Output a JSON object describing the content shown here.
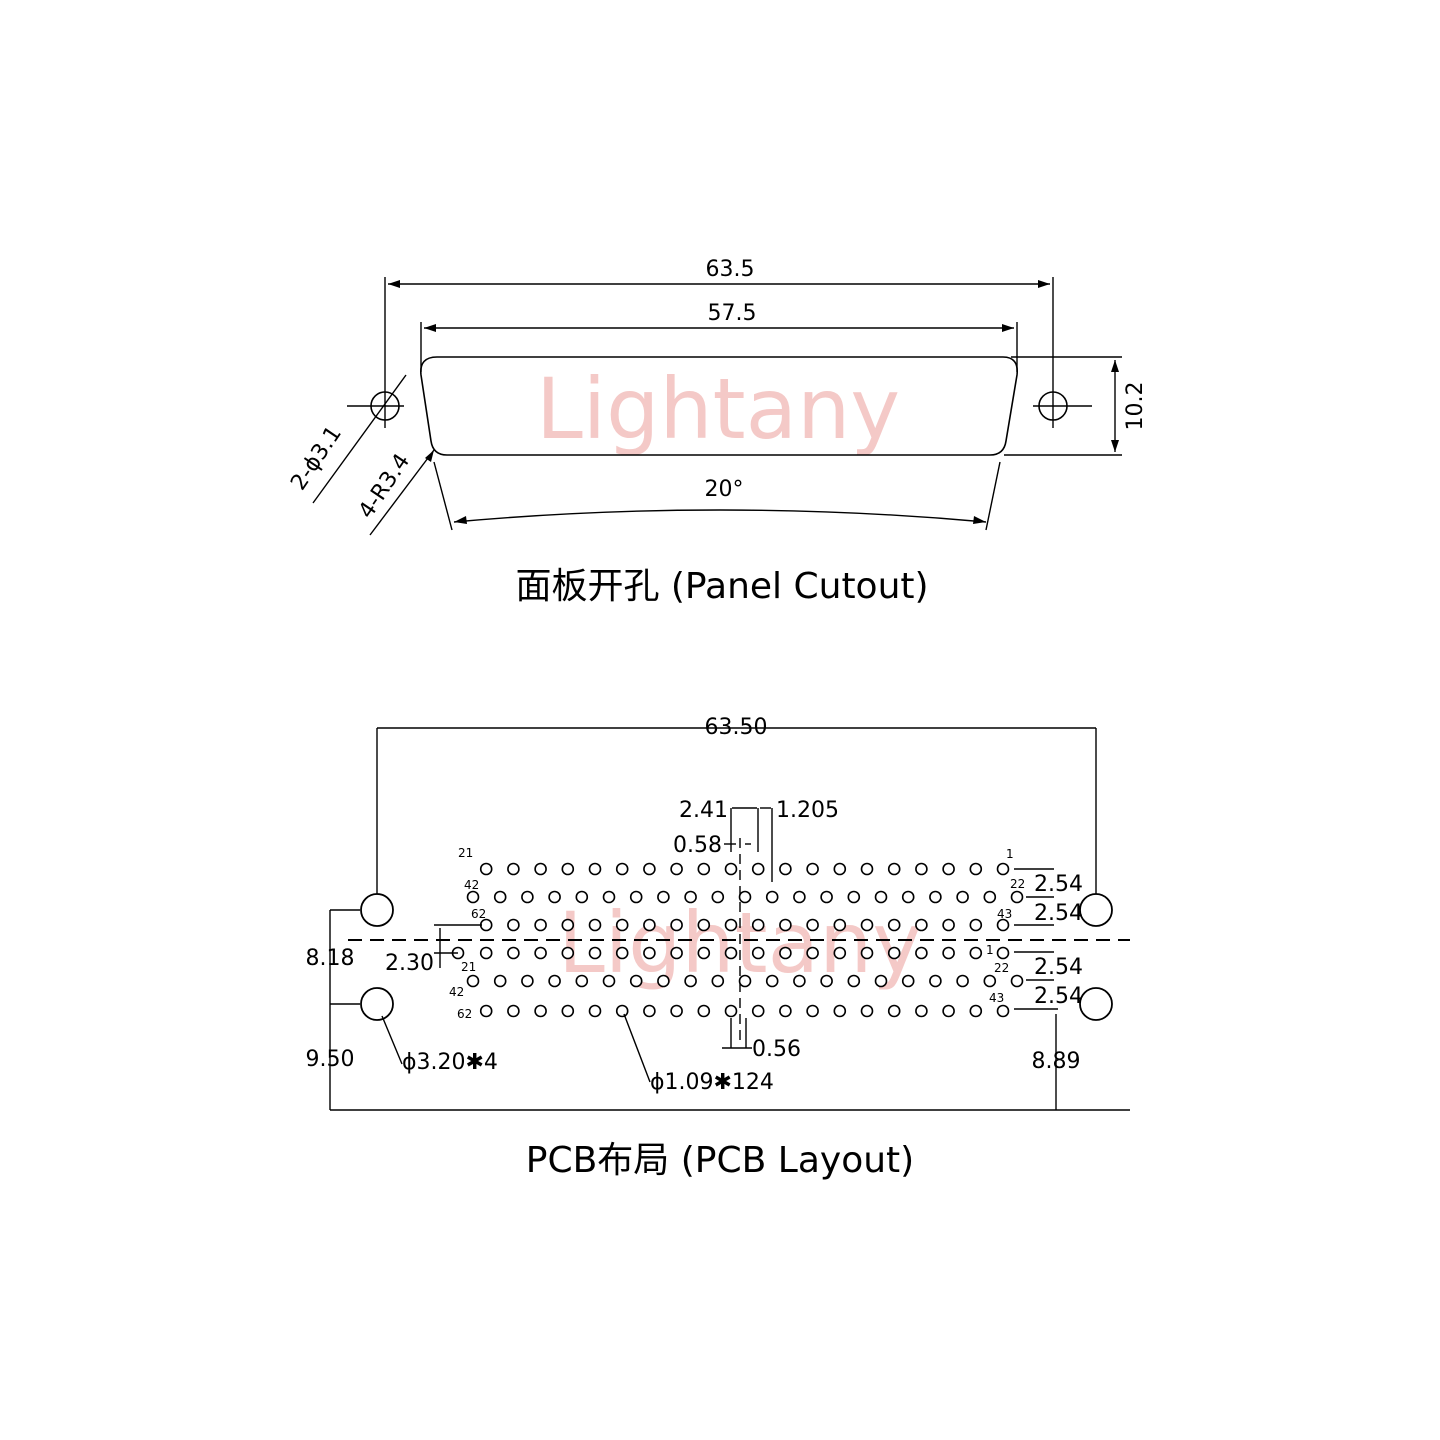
{
  "watermark": "Lightany",
  "panel": {
    "title": "面板开孔 (Panel Cutout)",
    "dim_overall": "63.5",
    "dim_shell": "57.5",
    "dim_height": "10.2",
    "dim_angle": "20°",
    "dim_hole": "2-ϕ3.1",
    "dim_radius": "4-R3.4"
  },
  "pcb": {
    "title": "PCB布局 (PCB Layout)",
    "dim_overall": "63.50",
    "dim_241": "2.41",
    "dim_1205": "1.205",
    "dim_058": "0.58",
    "dim_056": "0.56",
    "dim_pitch": "2.54",
    "dim_230": "2.30",
    "dim_818": "8.18",
    "dim_950": "9.50",
    "dim_889": "8.89",
    "dim_mount_hole": "ϕ3.20✱4",
    "dim_pin_hole": "ϕ1.09✱124",
    "pin_labels": {
      "upper_r1_left": "21",
      "upper_r2_left": "42",
      "upper_r3_left": "62",
      "upper_r1_right": "1",
      "upper_r2_right": "22",
      "upper_r3_right": "43",
      "lower_r1_left": "21",
      "lower_r2_left": "42",
      "lower_r3_left": "62",
      "lower_r1_right": "1",
      "lower_r2_right": "22",
      "lower_r3_right": "43"
    }
  }
}
